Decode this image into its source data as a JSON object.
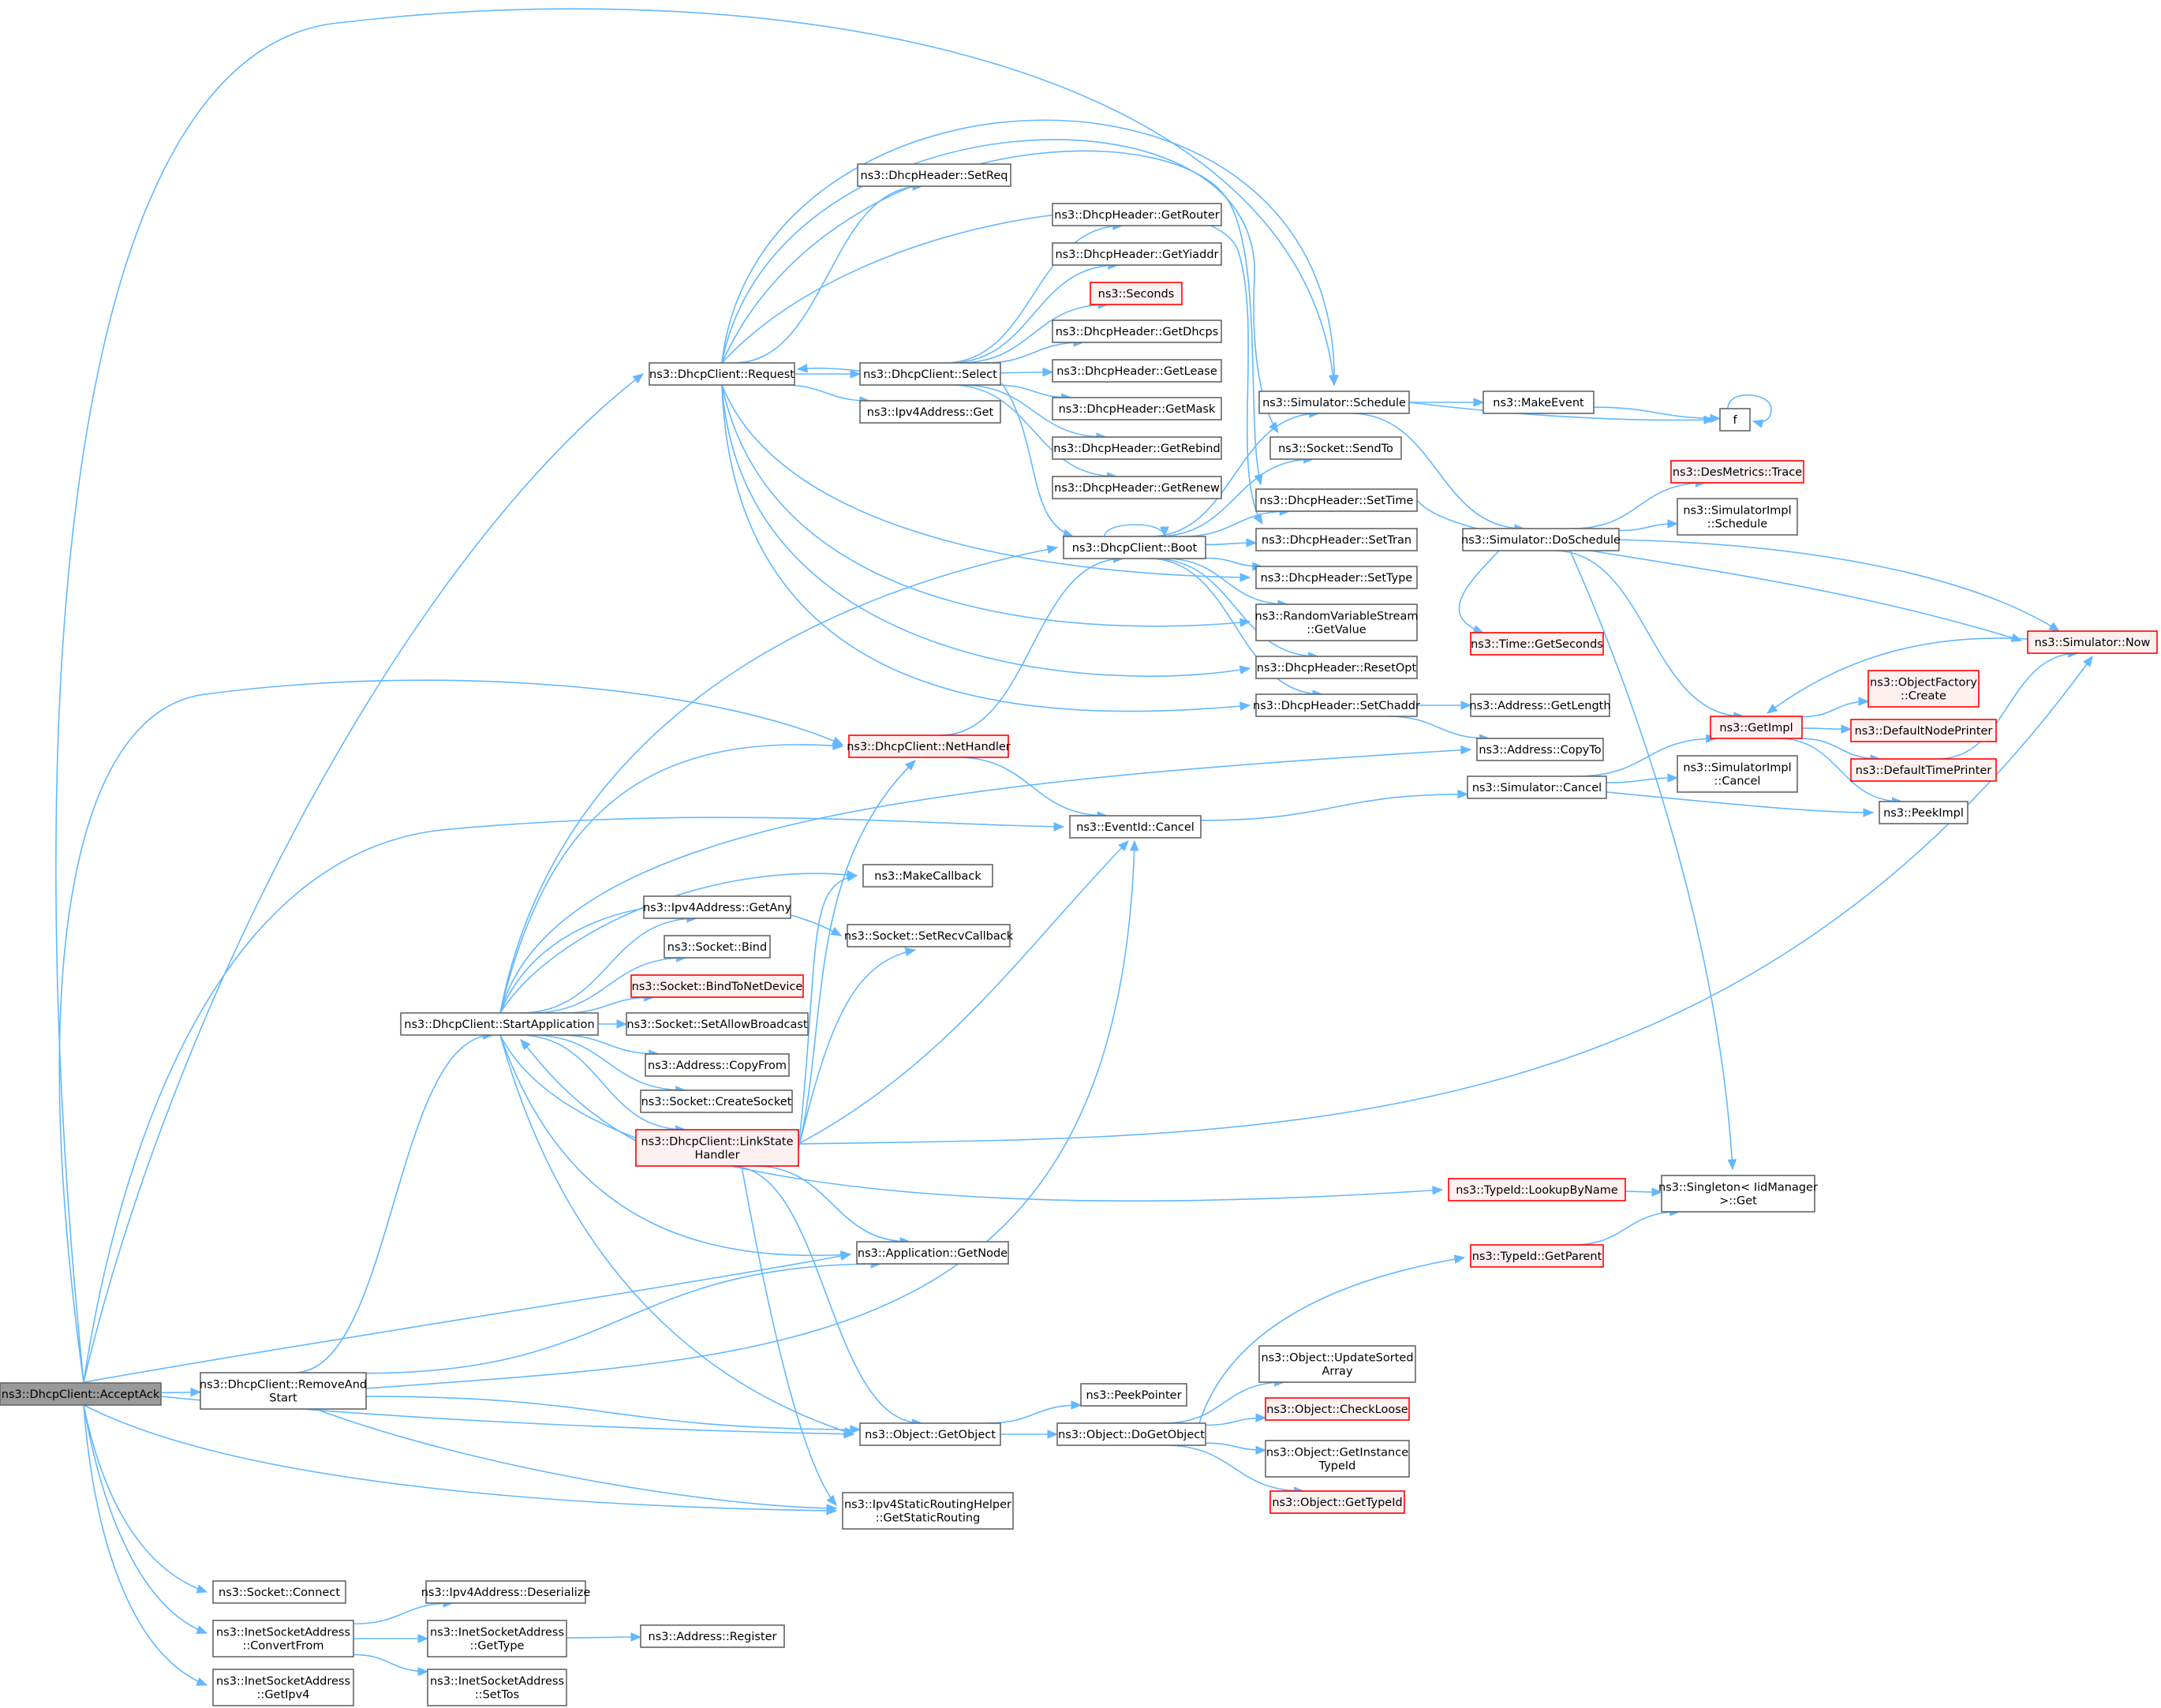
{
  "colors": {
    "edge": "#63b8ff",
    "node_border": "#666666",
    "node_fill": "#ffffff",
    "root_fill": "#999999",
    "truncated_border": "#ff0000",
    "truncated_fill": "#fff0f0"
  },
  "nodes": [
    {
      "id": "acceptack",
      "label": [
        "ns3::DhcpClient::AcceptAck"
      ],
      "kind": "root"
    },
    {
      "id": "request",
      "label": [
        "ns3::DhcpClient::Request"
      ],
      "kind": "normal"
    },
    {
      "id": "select",
      "label": [
        "ns3::DhcpClient::Select"
      ],
      "kind": "normal"
    },
    {
      "id": "setreq",
      "label": [
        "ns3::DhcpHeader::SetReq"
      ],
      "kind": "normal"
    },
    {
      "id": "getrouter",
      "label": [
        "ns3::DhcpHeader::GetRouter"
      ],
      "kind": "normal"
    },
    {
      "id": "getyiaddr",
      "label": [
        "ns3::DhcpHeader::GetYiaddr"
      ],
      "kind": "normal"
    },
    {
      "id": "seconds",
      "label": [
        "ns3::Seconds"
      ],
      "kind": "truncated"
    },
    {
      "id": "getdhcps",
      "label": [
        "ns3::DhcpHeader::GetDhcps"
      ],
      "kind": "normal"
    },
    {
      "id": "getlease",
      "label": [
        "ns3::DhcpHeader::GetLease"
      ],
      "kind": "normal"
    },
    {
      "id": "getmask",
      "label": [
        "ns3::DhcpHeader::GetMask"
      ],
      "kind": "normal"
    },
    {
      "id": "getrebind",
      "label": [
        "ns3::DhcpHeader::GetRebind"
      ],
      "kind": "normal"
    },
    {
      "id": "getrenew",
      "label": [
        "ns3::DhcpHeader::GetRenew"
      ],
      "kind": "normal"
    },
    {
      "id": "ipv4get",
      "label": [
        "ns3::Ipv4Address::Get"
      ],
      "kind": "normal"
    },
    {
      "id": "boot",
      "label": [
        "ns3::DhcpClient::Boot"
      ],
      "kind": "normal"
    },
    {
      "id": "schedule",
      "label": [
        "ns3::Simulator::Schedule"
      ],
      "kind": "normal"
    },
    {
      "id": "makeevent",
      "label": [
        "ns3::MakeEvent"
      ],
      "kind": "normal"
    },
    {
      "id": "f",
      "label": [
        "f"
      ],
      "kind": "normal"
    },
    {
      "id": "sendto",
      "label": [
        "ns3::Socket::SendTo"
      ],
      "kind": "normal"
    },
    {
      "id": "settime",
      "label": [
        "ns3::DhcpHeader::SetTime"
      ],
      "kind": "normal"
    },
    {
      "id": "settran",
      "label": [
        "ns3::DhcpHeader::SetTran"
      ],
      "kind": "normal"
    },
    {
      "id": "settype",
      "label": [
        "ns3::DhcpHeader::SetType"
      ],
      "kind": "normal"
    },
    {
      "id": "getvalue",
      "label": [
        "ns3::RandomVariableStream",
        "::GetValue"
      ],
      "kind": "normal"
    },
    {
      "id": "resetopt",
      "label": [
        "ns3::DhcpHeader::ResetOpt"
      ],
      "kind": "normal"
    },
    {
      "id": "setchaddr",
      "label": [
        "ns3::DhcpHeader::SetChaddr"
      ],
      "kind": "normal"
    },
    {
      "id": "getlength",
      "label": [
        "ns3::Address::GetLength"
      ],
      "kind": "normal"
    },
    {
      "id": "copyto",
      "label": [
        "ns3::Address::CopyTo"
      ],
      "kind": "normal"
    },
    {
      "id": "doschedule",
      "label": [
        "ns3::Simulator::DoSchedule"
      ],
      "kind": "normal"
    },
    {
      "id": "trace",
      "label": [
        "ns3::DesMetrics::Trace"
      ],
      "kind": "truncated"
    },
    {
      "id": "implschedule",
      "label": [
        "ns3::SimulatorImpl",
        "::Schedule"
      ],
      "kind": "normal"
    },
    {
      "id": "getseconds",
      "label": [
        "ns3::Time::GetSeconds"
      ],
      "kind": "truncated"
    },
    {
      "id": "now",
      "label": [
        "ns3::Simulator::Now"
      ],
      "kind": "truncated"
    },
    {
      "id": "getimpl",
      "label": [
        "ns3::GetImpl"
      ],
      "kind": "truncated"
    },
    {
      "id": "objfactory",
      "label": [
        "ns3::ObjectFactory",
        "::Create"
      ],
      "kind": "truncated"
    },
    {
      "id": "defnode",
      "label": [
        "ns3::DefaultNodePrinter"
      ],
      "kind": "truncated"
    },
    {
      "id": "deftime",
      "label": [
        "ns3::DefaultTimePrinter"
      ],
      "kind": "truncated"
    },
    {
      "id": "peekimpl",
      "label": [
        "ns3::PeekImpl"
      ],
      "kind": "normal"
    },
    {
      "id": "nethandler",
      "label": [
        "ns3::DhcpClient::NetHandler"
      ],
      "kind": "truncated"
    },
    {
      "id": "evcancel",
      "label": [
        "ns3::EventId::Cancel"
      ],
      "kind": "normal"
    },
    {
      "id": "simcancel",
      "label": [
        "ns3::Simulator::Cancel"
      ],
      "kind": "normal"
    },
    {
      "id": "implcancel",
      "label": [
        "ns3::SimulatorImpl",
        "::Cancel"
      ],
      "kind": "normal"
    },
    {
      "id": "makecallback",
      "label": [
        "ns3::MakeCallback"
      ],
      "kind": "normal"
    },
    {
      "id": "getany",
      "label": [
        "ns3::Ipv4Address::GetAny"
      ],
      "kind": "normal"
    },
    {
      "id": "setrecv",
      "label": [
        "ns3::Socket::SetRecvCallback"
      ],
      "kind": "normal"
    },
    {
      "id": "bind",
      "label": [
        "ns3::Socket::Bind"
      ],
      "kind": "normal"
    },
    {
      "id": "bindnet",
      "label": [
        "ns3::Socket::BindToNetDevice"
      ],
      "kind": "truncated"
    },
    {
      "id": "startapp",
      "label": [
        "ns3::DhcpClient::StartApplication"
      ],
      "kind": "normal"
    },
    {
      "id": "setallow",
      "label": [
        "ns3::Socket::SetAllowBroadcast"
      ],
      "kind": "normal"
    },
    {
      "id": "copyfrom",
      "label": [
        "ns3::Address::CopyFrom"
      ],
      "kind": "normal"
    },
    {
      "id": "createsock",
      "label": [
        "ns3::Socket::CreateSocket"
      ],
      "kind": "normal"
    },
    {
      "id": "linkstate",
      "label": [
        "ns3::DhcpClient::LinkState",
        "Handler"
      ],
      "kind": "truncated"
    },
    {
      "id": "lookup",
      "label": [
        "ns3::TypeId::LookupByName"
      ],
      "kind": "truncated"
    },
    {
      "id": "singleton",
      "label": [
        "ns3::Singleton< IidManager",
        "&gt;::Get"
      ],
      "kind": "normal"
    },
    {
      "id": "getparent",
      "label": [
        "ns3::TypeId::GetParent"
      ],
      "kind": "truncated"
    },
    {
      "id": "getnode",
      "label": [
        "ns3::Application::GetNode"
      ],
      "kind": "normal"
    },
    {
      "id": "removeand",
      "label": [
        "ns3::DhcpClient::RemoveAnd",
        "Start"
      ],
      "kind": "normal"
    },
    {
      "id": "updatesorted",
      "label": [
        "ns3::Object::UpdateSorted",
        "Array"
      ],
      "kind": "normal"
    },
    {
      "id": "peekpointer",
      "label": [
        "ns3::PeekPointer"
      ],
      "kind": "normal"
    },
    {
      "id": "checkloose",
      "label": [
        "ns3::Object::CheckLoose"
      ],
      "kind": "truncated"
    },
    {
      "id": "getobject",
      "label": [
        "ns3::Object::GetObject"
      ],
      "kind": "normal"
    },
    {
      "id": "dogetobject",
      "label": [
        "ns3::Object::DoGetObject"
      ],
      "kind": "normal"
    },
    {
      "id": "getinstance",
      "label": [
        "ns3::Object::GetInstance",
        "TypeId"
      ],
      "kind": "normal"
    },
    {
      "id": "gettypeid",
      "label": [
        "ns3::Object::GetTypeId"
      ],
      "kind": "truncated"
    },
    {
      "id": "staticrouting",
      "label": [
        "ns3::Ipv4StaticRoutingHelper",
        "::GetStaticRouting"
      ],
      "kind": "normal"
    },
    {
      "id": "connect",
      "label": [
        "ns3::Socket::Connect"
      ],
      "kind": "normal"
    },
    {
      "id": "deserialize",
      "label": [
        "ns3::Ipv4Address::Deserialize"
      ],
      "kind": "normal"
    },
    {
      "id": "convertfrom",
      "label": [
        "ns3::InetSocketAddress",
        "::ConvertFrom"
      ],
      "kind": "normal"
    },
    {
      "id": "inetgettype",
      "label": [
        "ns3::InetSocketAddress",
        "::GetType"
      ],
      "kind": "normal"
    },
    {
      "id": "register",
      "label": [
        "ns3::Address::Register"
      ],
      "kind": "normal"
    },
    {
      "id": "getipv4",
      "label": [
        "ns3::InetSocketAddress",
        "::GetIpv4"
      ],
      "kind": "normal"
    },
    {
      "id": "settos",
      "label": [
        "ns3::InetSocketAddress",
        "::SetTos"
      ],
      "kind": "normal"
    }
  ]
}
